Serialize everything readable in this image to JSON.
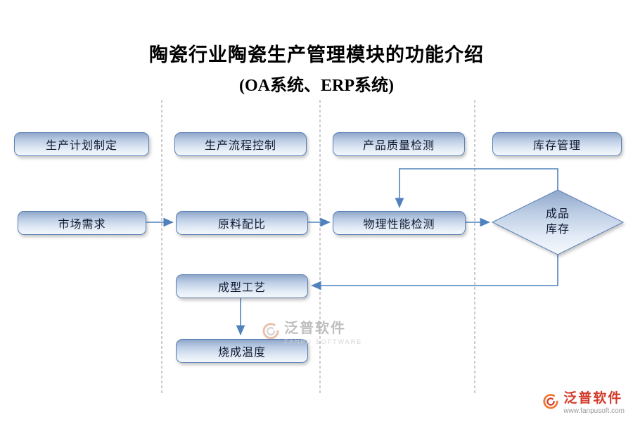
{
  "title": {
    "line1": "陶瓷行业陶瓷生产管理模块的功能介绍",
    "line2": "(OA系统、ERP系统)"
  },
  "headers": [
    {
      "label": "生产计划制定"
    },
    {
      "label": "生产流程控制"
    },
    {
      "label": "产品质量检测"
    },
    {
      "label": "库存管理"
    }
  ],
  "nodes": {
    "market_demand": "市场需求",
    "raw_ratio": "原料配比",
    "physical_test": "物理性能检测",
    "finished_stock_line1": "成品",
    "finished_stock_line2": "库存",
    "forming": "成型工艺",
    "firing": "烧成温度"
  },
  "watermark": {
    "brand": "泛普软件",
    "caption": "FANPU SOFTWARE"
  },
  "footer": {
    "brand": "泛普软件",
    "url": "www.fanpusoft.com"
  },
  "colors": {
    "box_border": "#5a7fb5",
    "arrow": "#4f81bd",
    "box_fill_top": "#8ea7c9",
    "box_fill_bottom": "#f4f8fc",
    "dashed_line": "#9a9a9a",
    "footer_brand_red": "#d43a2a",
    "footer_icon_orange": "#f07830"
  }
}
